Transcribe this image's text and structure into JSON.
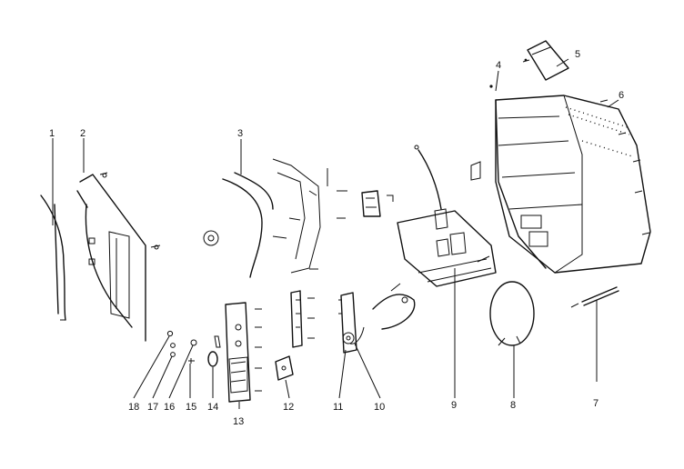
{
  "labels": {
    "p1": "1",
    "p2": "2",
    "p3": "3",
    "p4": "4",
    "p5": "5",
    "p6": "6",
    "p7": "7",
    "p8": "8",
    "p9": "9",
    "p10": "10",
    "p11": "11",
    "p12": "12",
    "p13": "13",
    "p14": "14",
    "p15": "15",
    "p16": "16",
    "p17": "17",
    "p18": "18"
  }
}
